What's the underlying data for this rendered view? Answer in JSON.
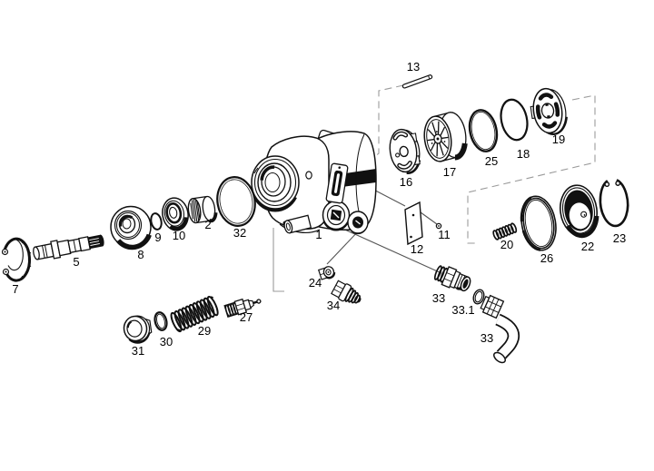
{
  "diagram": {
    "type": "exploded-parts-diagram",
    "background": "#ffffff",
    "line_color": "#111111",
    "shade_color": "#111111",
    "leader_color": "#555555",
    "dash_color": "#9a9a9a",
    "label_color": "#000000",
    "labels": [
      {
        "text": "7"
      },
      {
        "text": "5"
      },
      {
        "text": "8"
      },
      {
        "text": "9"
      },
      {
        "text": "10"
      },
      {
        "text": "2"
      },
      {
        "text": "32"
      },
      {
        "text": "1"
      },
      {
        "text": "13"
      },
      {
        "text": "16"
      },
      {
        "text": "17"
      },
      {
        "text": "25"
      },
      {
        "text": "18"
      },
      {
        "text": "19"
      },
      {
        "text": "20"
      },
      {
        "text": "26"
      },
      {
        "text": "22"
      },
      {
        "text": "23"
      },
      {
        "text": "12"
      },
      {
        "text": "11"
      },
      {
        "text": "24"
      },
      {
        "text": "34"
      },
      {
        "text": "33"
      },
      {
        "text": "33.1"
      },
      {
        "text": "33"
      },
      {
        "text": "31"
      },
      {
        "text": "30"
      },
      {
        "text": "29"
      },
      {
        "text": "27"
      }
    ]
  }
}
